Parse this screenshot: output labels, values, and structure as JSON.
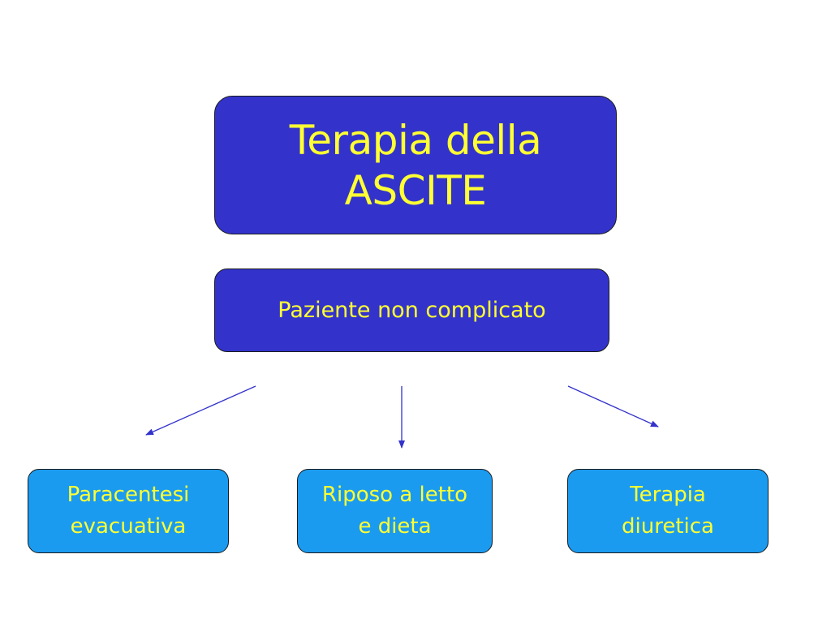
{
  "diagram": {
    "title": {
      "line1": "Terapia della",
      "line2": "ASCITE"
    },
    "root": {
      "label": "Paziente non complicato"
    },
    "options": [
      {
        "line1": "Paracentesi",
        "line2": "evacuativa"
      },
      {
        "line1": "Riposo a letto",
        "line2": "e dieta"
      },
      {
        "line1": "Terapia",
        "line2": "diuretica"
      }
    ]
  },
  "colors": {
    "title_box": "#3333cc",
    "root_box": "#3333cc",
    "option_box": "#1b9bf0",
    "text": "#ffff33",
    "arrow": "#3333cc"
  }
}
